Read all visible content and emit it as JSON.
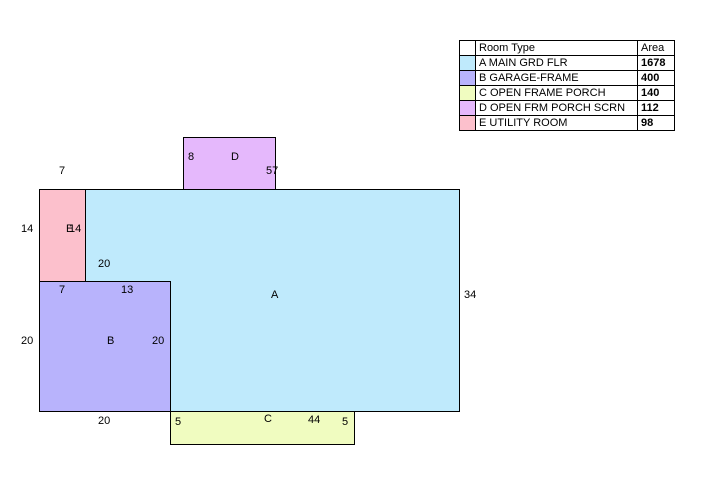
{
  "colors": {
    "A": "#bfeafc",
    "B": "#b8b3fc",
    "C": "#f0fcc0",
    "D": "#e5b8fc",
    "E": "#fcc0cc"
  },
  "legend": {
    "header_type": "Room Type",
    "header_area": "Area",
    "rows": [
      {
        "key": "A",
        "name": "A MAIN GRD FLR",
        "area": "1678"
      },
      {
        "key": "B",
        "name": "B GARAGE-FRAME",
        "area": "400"
      },
      {
        "key": "C",
        "name": "C OPEN FRAME PORCH",
        "area": "140"
      },
      {
        "key": "D",
        "name": "D OPEN FRM PORCH SCRN",
        "area": "112"
      },
      {
        "key": "E",
        "name": "E UTILITY ROOM",
        "area": "98"
      }
    ]
  },
  "rooms": {
    "A": {
      "letter": "A",
      "dims": [
        "34",
        "20"
      ]
    },
    "B": {
      "letter": "B",
      "dims": [
        "20",
        "20",
        "20",
        "7",
        "13"
      ]
    },
    "C": {
      "letter": "C",
      "dims": [
        "5",
        "44",
        "5"
      ]
    },
    "D": {
      "letter": "D",
      "dims": [
        "8",
        "57"
      ]
    },
    "E": {
      "letter": "E",
      "dims": [
        "14",
        "14",
        "7"
      ]
    }
  }
}
